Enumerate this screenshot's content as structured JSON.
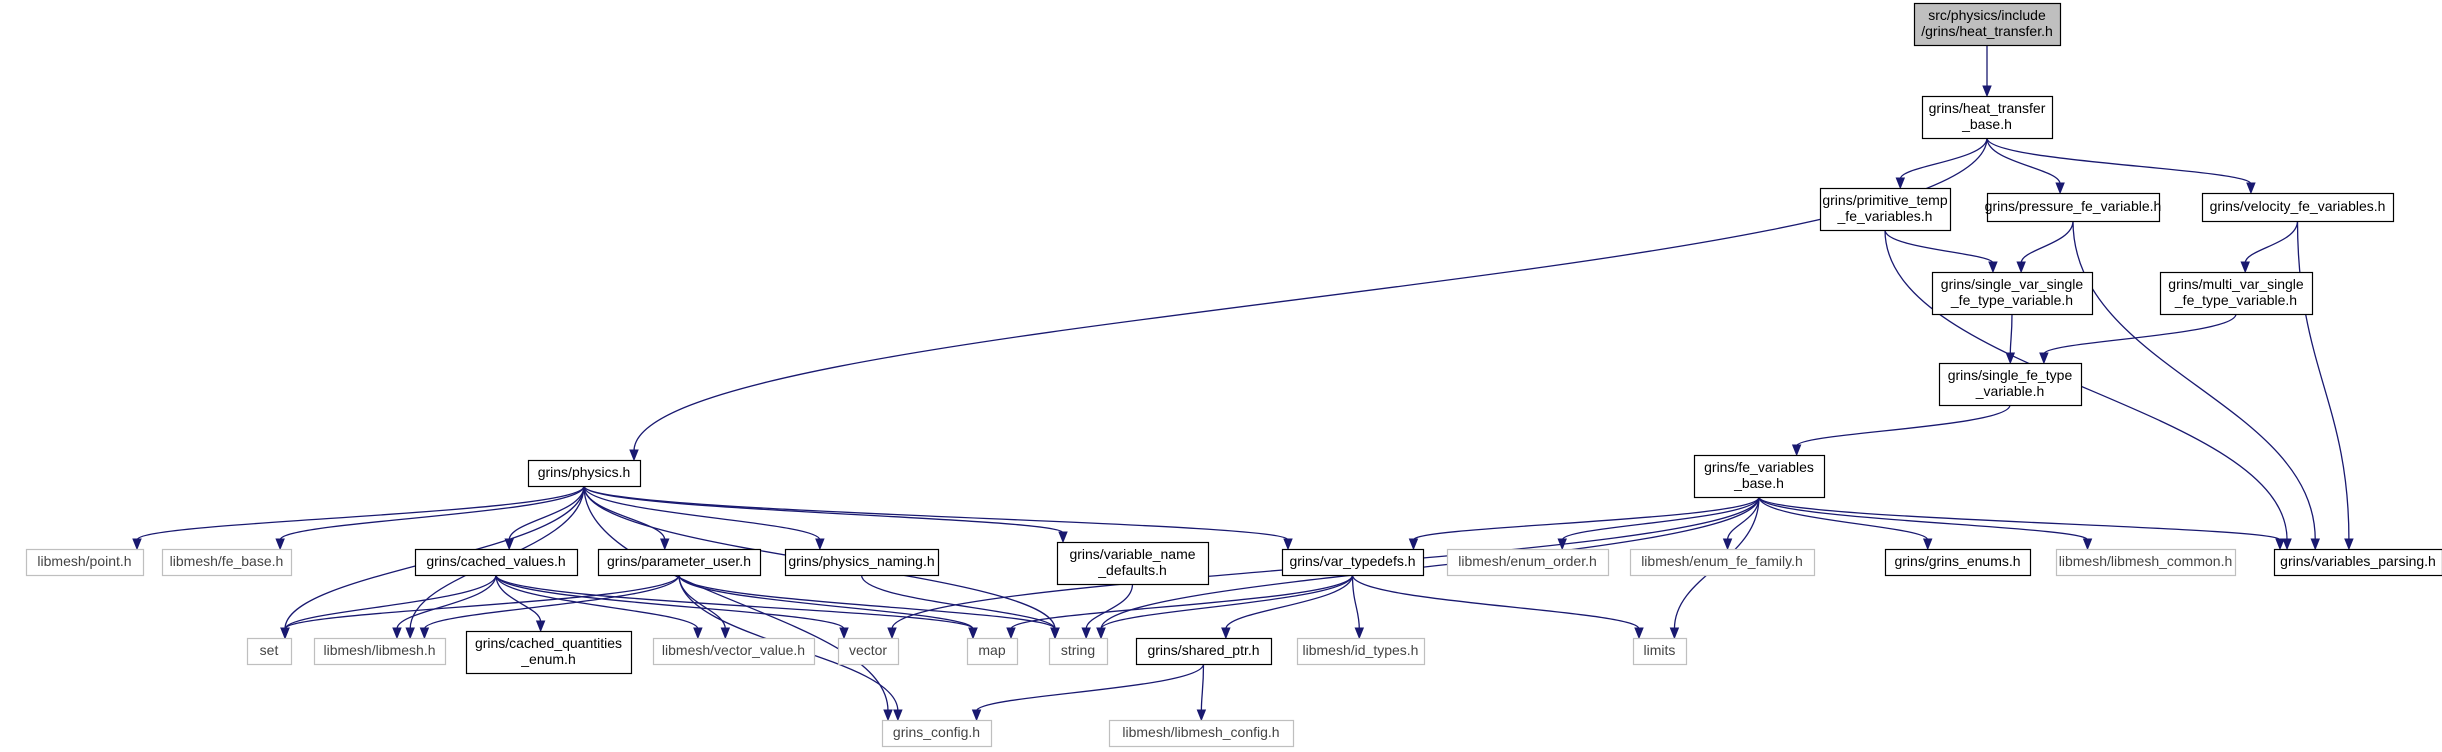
{
  "graph": {
    "nodes": [
      {
        "id": "heat_transfer_h",
        "kind": "root",
        "lines": [
          "src/physics/include",
          "/grins/heat_transfer.h"
        ]
      },
      {
        "id": "heat_transfer_base",
        "kind": "local",
        "lines": [
          "grins/heat_transfer",
          "_base.h"
        ]
      },
      {
        "id": "primitive_temp",
        "kind": "local",
        "lines": [
          "grins/primitive_temp",
          "_fe_variables.h"
        ]
      },
      {
        "id": "pressure_fe",
        "kind": "local",
        "lines": [
          "grins/pressure_fe_variable.h"
        ]
      },
      {
        "id": "velocity_fe",
        "kind": "local",
        "lines": [
          "grins/velocity_fe_variables.h"
        ]
      },
      {
        "id": "single_var_single",
        "kind": "local",
        "lines": [
          "grins/single_var_single",
          "_fe_type_variable.h"
        ]
      },
      {
        "id": "multi_var_single",
        "kind": "local",
        "lines": [
          "grins/multi_var_single",
          "_fe_type_variable.h"
        ]
      },
      {
        "id": "single_fe_type",
        "kind": "local",
        "lines": [
          "grins/single_fe_type",
          "_variable.h"
        ]
      },
      {
        "id": "fe_variables_base",
        "kind": "local",
        "lines": [
          "grins/fe_variables",
          "_base.h"
        ]
      },
      {
        "id": "physics_h",
        "kind": "local",
        "lines": [
          "grins/physics.h"
        ]
      },
      {
        "id": "point_h",
        "kind": "sys",
        "lines": [
          "libmesh/point.h"
        ]
      },
      {
        "id": "fe_base_h",
        "kind": "sys",
        "lines": [
          "libmesh/fe_base.h"
        ]
      },
      {
        "id": "cached_values",
        "kind": "local",
        "lines": [
          "grins/cached_values.h"
        ]
      },
      {
        "id": "parameter_user",
        "kind": "local",
        "lines": [
          "grins/parameter_user.h"
        ]
      },
      {
        "id": "physics_naming",
        "kind": "local",
        "lines": [
          "grins/physics_naming.h"
        ]
      },
      {
        "id": "variable_name",
        "kind": "local",
        "lines": [
          "grins/variable_name",
          "_defaults.h"
        ]
      },
      {
        "id": "var_typedefs",
        "kind": "local",
        "lines": [
          "grins/var_typedefs.h"
        ]
      },
      {
        "id": "enum_order",
        "kind": "sys",
        "lines": [
          "libmesh/enum_order.h"
        ]
      },
      {
        "id": "enum_fe_family",
        "kind": "sys",
        "lines": [
          "libmesh/enum_fe_family.h"
        ]
      },
      {
        "id": "grins_enums",
        "kind": "local",
        "lines": [
          "grins/grins_enums.h"
        ]
      },
      {
        "id": "libmesh_common",
        "kind": "sys",
        "lines": [
          "libmesh/libmesh_common.h"
        ]
      },
      {
        "id": "variables_parsing",
        "kind": "local",
        "lines": [
          "grins/variables_parsing.h"
        ]
      },
      {
        "id": "set",
        "kind": "sys",
        "lines": [
          "set"
        ]
      },
      {
        "id": "libmesh_h",
        "kind": "sys",
        "lines": [
          "libmesh/libmesh.h"
        ]
      },
      {
        "id": "cached_quantities",
        "kind": "local",
        "lines": [
          "grins/cached_quantities",
          "_enum.h"
        ]
      },
      {
        "id": "vector_value",
        "kind": "sys",
        "lines": [
          "libmesh/vector_value.h"
        ]
      },
      {
        "id": "vector",
        "kind": "sys",
        "lines": [
          "vector"
        ]
      },
      {
        "id": "map",
        "kind": "sys",
        "lines": [
          "map"
        ]
      },
      {
        "id": "string",
        "kind": "sys",
        "lines": [
          "string"
        ]
      },
      {
        "id": "shared_ptr",
        "kind": "local",
        "lines": [
          "grins/shared_ptr.h"
        ]
      },
      {
        "id": "id_types",
        "kind": "sys",
        "lines": [
          "libmesh/id_types.h"
        ]
      },
      {
        "id": "limits",
        "kind": "sys",
        "lines": [
          "limits"
        ]
      },
      {
        "id": "grins_config",
        "kind": "sys",
        "lines": [
          "grins_config.h"
        ]
      },
      {
        "id": "libmesh_config",
        "kind": "sys",
        "lines": [
          "libmesh/libmesh_config.h"
        ]
      }
    ],
    "edges": [
      [
        "heat_transfer_h",
        "heat_transfer_base"
      ],
      [
        "heat_transfer_base",
        "physics_h"
      ],
      [
        "heat_transfer_base",
        "primitive_temp"
      ],
      [
        "heat_transfer_base",
        "pressure_fe"
      ],
      [
        "heat_transfer_base",
        "velocity_fe"
      ],
      [
        "primitive_temp",
        "single_var_single"
      ],
      [
        "primitive_temp",
        "variables_parsing"
      ],
      [
        "pressure_fe",
        "single_var_single"
      ],
      [
        "pressure_fe",
        "variables_parsing"
      ],
      [
        "velocity_fe",
        "multi_var_single"
      ],
      [
        "velocity_fe",
        "variables_parsing"
      ],
      [
        "single_var_single",
        "single_fe_type"
      ],
      [
        "multi_var_single",
        "single_fe_type"
      ],
      [
        "single_fe_type",
        "fe_variables_base"
      ],
      [
        "fe_variables_base",
        "vector"
      ],
      [
        "fe_variables_base",
        "string"
      ],
      [
        "fe_variables_base",
        "var_typedefs"
      ],
      [
        "fe_variables_base",
        "enum_order"
      ],
      [
        "fe_variables_base",
        "enum_fe_family"
      ],
      [
        "fe_variables_base",
        "limits"
      ],
      [
        "fe_variables_base",
        "grins_enums"
      ],
      [
        "fe_variables_base",
        "libmesh_common"
      ],
      [
        "fe_variables_base",
        "variables_parsing"
      ],
      [
        "physics_h",
        "point_h"
      ],
      [
        "physics_h",
        "fe_base_h"
      ],
      [
        "physics_h",
        "set"
      ],
      [
        "physics_h",
        "libmesh_h"
      ],
      [
        "physics_h",
        "cached_values"
      ],
      [
        "physics_h",
        "parameter_user"
      ],
      [
        "physics_h",
        "physics_naming"
      ],
      [
        "physics_h",
        "variable_name"
      ],
      [
        "physics_h",
        "var_typedefs"
      ],
      [
        "physics_h",
        "string"
      ],
      [
        "physics_h",
        "grins_config"
      ],
      [
        "cached_values",
        "set"
      ],
      [
        "cached_values",
        "libmesh_h"
      ],
      [
        "cached_values",
        "cached_quantities"
      ],
      [
        "cached_values",
        "vector_value"
      ],
      [
        "cached_values",
        "vector"
      ],
      [
        "cached_values",
        "map"
      ],
      [
        "parameter_user",
        "set"
      ],
      [
        "parameter_user",
        "libmesh_h"
      ],
      [
        "parameter_user",
        "vector_value"
      ],
      [
        "parameter_user",
        "map"
      ],
      [
        "parameter_user",
        "string"
      ],
      [
        "parameter_user",
        "grins_config"
      ],
      [
        "physics_naming",
        "string"
      ],
      [
        "variable_name",
        "string"
      ],
      [
        "var_typedefs",
        "map"
      ],
      [
        "var_typedefs",
        "string"
      ],
      [
        "var_typedefs",
        "shared_ptr"
      ],
      [
        "var_typedefs",
        "id_types"
      ],
      [
        "var_typedefs",
        "limits"
      ],
      [
        "shared_ptr",
        "grins_config"
      ],
      [
        "shared_ptr",
        "libmesh_config"
      ]
    ]
  },
  "colors": {
    "edge": "#191970",
    "root_fill": "#bfbfbf",
    "local_border": "#000000",
    "sys_border": "#bfbfbf",
    "sys_text": "#444444"
  }
}
